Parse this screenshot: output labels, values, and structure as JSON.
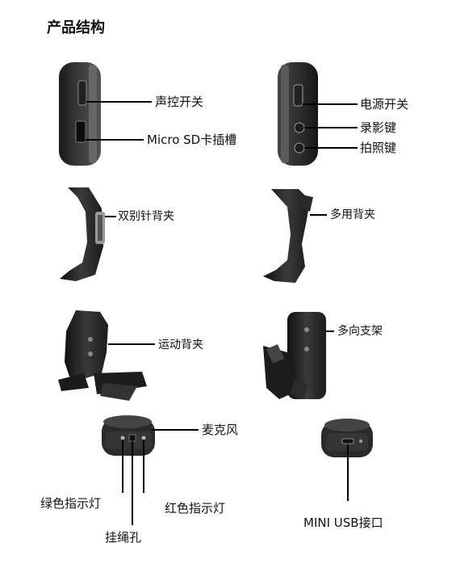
{
  "title": "产品结构",
  "labels": {
    "voice_switch": "声控开关",
    "micro_sd_slot": "Micro SD卡插槽",
    "power_switch": "电源开关",
    "record_key": "录影键",
    "photo_key": "拍照键",
    "double_pin_clip": "双别针背夹",
    "multi_clip": "多用背夹",
    "sport_clip": "运动背夹",
    "multi_stand": "多向支架",
    "microphone": "麦克风",
    "green_led": "绿色指示灯",
    "red_led": "红色指示灯",
    "lanyard_hole": "挂绳孔",
    "mini_usb": "MINI USB接口"
  }
}
